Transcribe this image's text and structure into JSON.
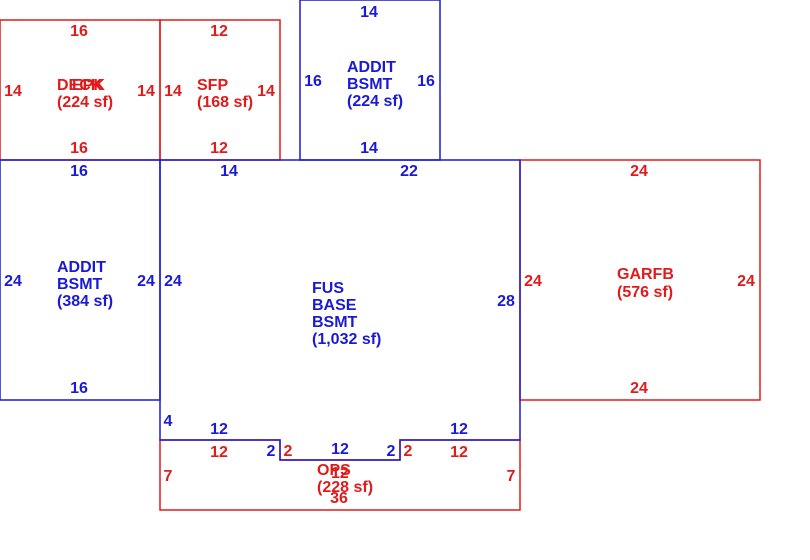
{
  "colors": {
    "red": "#e01b1b",
    "blue": "#1a1ad6"
  },
  "areas": {
    "deck": {
      "lines": [
        "DECK",
        "(224 sf)"
      ],
      "overlap_text": "EPK",
      "color": "red"
    },
    "sfp": {
      "lines": [
        "SFP",
        "(168 sf)"
      ],
      "color": "red"
    },
    "addit_top": {
      "lines": [
        "ADDIT",
        "BSMT",
        "(224 sf)"
      ],
      "color": "blue"
    },
    "addit_left": {
      "lines": [
        "ADDIT",
        "BSMT",
        "(384 sf)"
      ],
      "color": "blue"
    },
    "fus": {
      "lines": [
        "FUS",
        "BASE",
        "BSMT",
        "(1,032 sf)"
      ],
      "color": "blue"
    },
    "garfb": {
      "lines": [
        "GARFB",
        "(576 sf)"
      ],
      "color": "red"
    },
    "ops": {
      "lines": [
        "OPS",
        "(228 sf)"
      ],
      "overlap_text": "12",
      "color": "red"
    }
  },
  "dimensions": {
    "deck": {
      "top": "16",
      "bottom": "16",
      "left": "14",
      "right": "14"
    },
    "sfp": {
      "top": "12",
      "bottom": "12",
      "left": "14",
      "right": "14"
    },
    "addit_top": {
      "top": "14",
      "bottom": "14",
      "left": "16",
      "right": "16"
    },
    "addit_left": {
      "top": "16",
      "bottom": "16",
      "left": "24",
      "right": "24"
    },
    "fus": {
      "top_left": "14",
      "top_right": "22",
      "left": "24",
      "right": "28",
      "left_notch": "4",
      "bottom_left": "12",
      "bottom_right": "12",
      "notch_bottom": "12",
      "notch_left": "2",
      "notch_right": "2"
    },
    "garfb": {
      "top": "24",
      "bottom": "24",
      "left": "24",
      "right": "24"
    },
    "ops": {
      "bottom": "36",
      "left": "7",
      "right": "7",
      "top_left": "12",
      "top_right": "12",
      "notch_left": "2",
      "notch_right": "2"
    }
  }
}
